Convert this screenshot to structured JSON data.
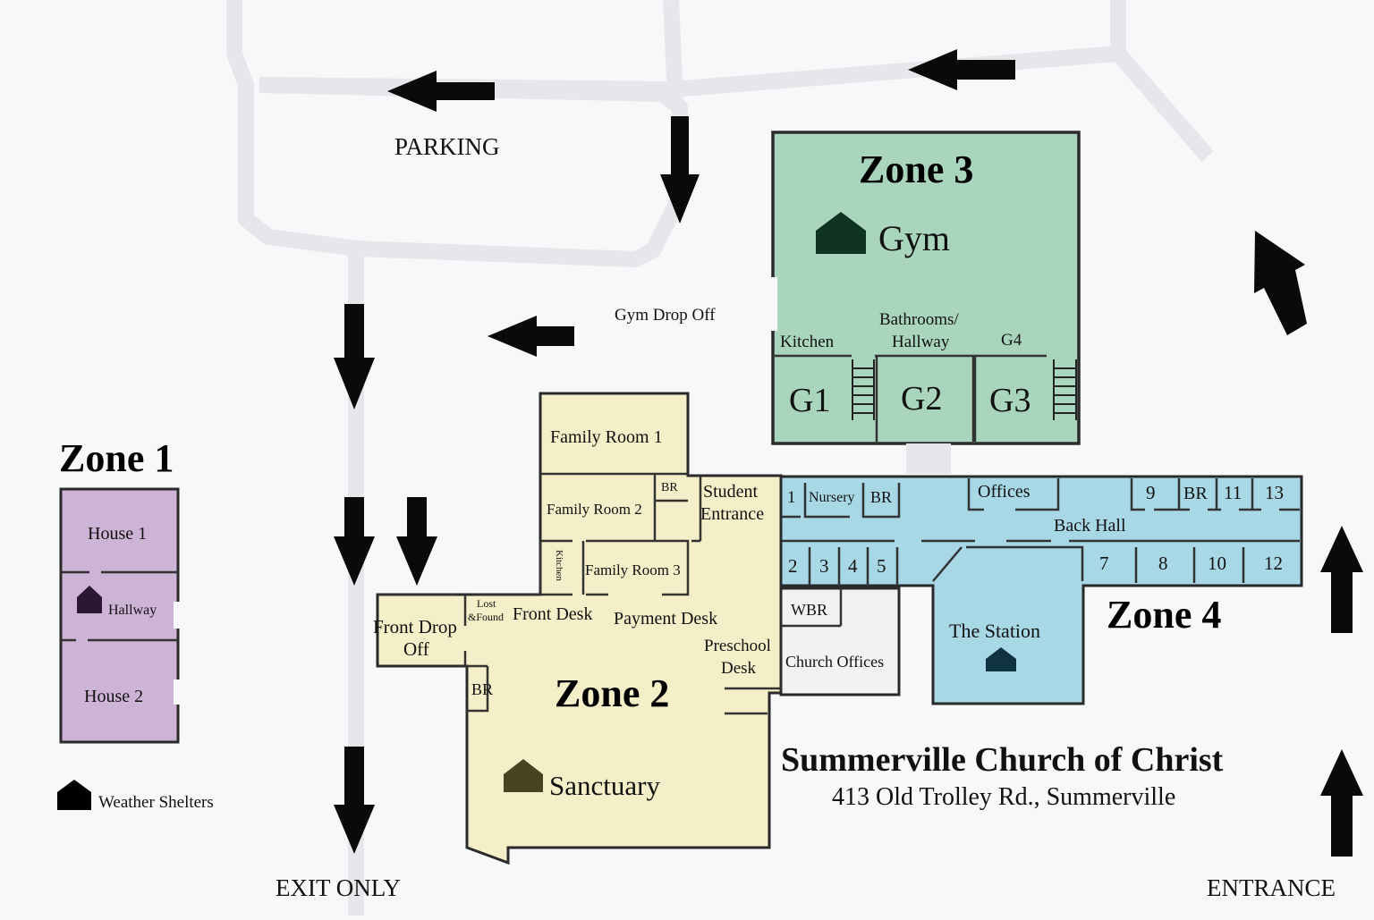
{
  "colors": {
    "zone1": "#cdb3d6",
    "zone2": "#f4efc8",
    "zone3": "#a9d5bd",
    "zone4": "#a8d8e6",
    "church_offices": "#f1f2f4",
    "shelter_zone1": "#2b1633",
    "shelter_zone2": "#4a4322",
    "shelter_zone3": "#0f3322",
    "shelter_zone4": "#0f3340",
    "shelter_legend": "#000000"
  },
  "map": {
    "parking": "PARKING",
    "exit_only": "EXIT ONLY",
    "entrance": "ENTRANCE",
    "gym_drop_off": "Gym Drop Off",
    "legend_weather_shelters": "Weather Shelters",
    "church_name": "Summerville Church of Christ",
    "church_address": "413 Old Trolley Rd., Summerville"
  },
  "zone1": {
    "title": "Zone 1",
    "house1": "House 1",
    "hallway": "Hallway",
    "house2": "House 2"
  },
  "zone2": {
    "title": "Zone 2",
    "family_room_1": "Family Room 1",
    "family_room_2": "Family Room 2",
    "family_room_3": "Family Room 3",
    "br_top": "BR",
    "kitchen": "Kitchen",
    "student_entrance_1": "Student",
    "student_entrance_2": "Entrance",
    "lost_found_1": "Lost",
    "lost_found_2": "&Found",
    "front_desk": "Front Desk",
    "payment_desk": "Payment Desk",
    "preschool_desk_1": "Preschool",
    "preschool_desk_2": "Desk",
    "front_drop_off_1": "Front Drop",
    "front_drop_off_2": "Off",
    "br_bottom": "BR",
    "sanctuary": "Sanctuary"
  },
  "zone3": {
    "title": "Zone 3",
    "gym": "Gym",
    "kitchen": "Kitchen",
    "bathrooms_1": "Bathrooms/",
    "bathrooms_2": "Hallway",
    "g4": "G4",
    "g1": "G1",
    "g2": "G2",
    "g3": "G3"
  },
  "zone4": {
    "title": "Zone 4",
    "room_1": "1",
    "nursery": "Nursery",
    "br_a": "BR",
    "offices": "Offices",
    "room_9": "9",
    "br_b": "BR",
    "room_11": "11",
    "room_13": "13",
    "back_hall": "Back Hall",
    "room_2": "2",
    "room_3": "3",
    "room_4": "4",
    "room_5": "5",
    "room_7": "7",
    "room_8": "8",
    "room_10": "10",
    "room_12": "12",
    "wbr": "WBR",
    "church_offices": "Church Offices",
    "the_station": "The Station"
  }
}
